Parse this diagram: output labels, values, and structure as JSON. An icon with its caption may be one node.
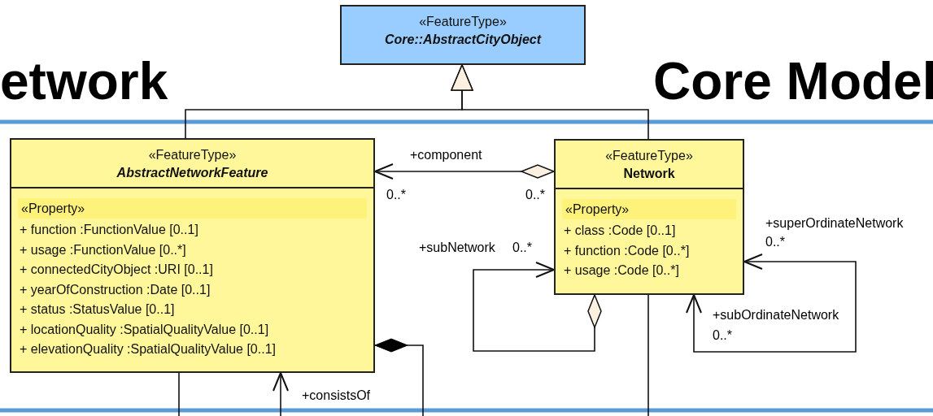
{
  "diagram": {
    "nodes": [
      {
        "text": [
          "«FeatureType»",
          "Core::AbstractCityObject"
        ]
      },
      {
        "text": [
          "«FeatureType»",
          "AbstractNetworkFeature",
          "«Property»",
          "+ function :FunctionValue [0..1]",
          "+ usage :FunctionValue [0..*]",
          "+ connectedCityObject :URI [0..1]",
          "+ yearOfConstruction :Date [0..1]",
          "+ status :StatusValue [0..1]",
          "+ locationQuality :SpatialQualityValue [0..1]",
          "+ elevationQuality :SpatialQualityValue [0..1]"
        ]
      },
      {
        "text": [
          "«FeatureType»",
          "Network",
          "«Property»",
          "+ class :Code [0..1]",
          "+ function :Code [0..*]",
          "+ usage :Code [0..*]"
        ]
      }
    ],
    "edges": [
      {
        "from": 1,
        "to": 0,
        "arrow": "to"
      },
      {
        "from": 2,
        "to": 0,
        "arrow": "to"
      },
      {
        "from": 2,
        "to": 1,
        "arrow": "to",
        "label": "+component"
      },
      {
        "from": 2,
        "to": 2,
        "arrow": "to",
        "label": "+subNetwork"
      },
      {
        "from": 2,
        "to": 2,
        "arrow": "both",
        "label": "+superOrdinateNetwork"
      },
      {
        "from": null,
        "to": 1,
        "arrow": "to",
        "label": "+consistsOf"
      },
      {
        "from": 1,
        "to": null,
        "arrow": "other"
      },
      {
        "from": 1,
        "to": null,
        "arrow": "none"
      },
      {
        "from": 2,
        "to": null,
        "arrow": "none"
      }
    ],
    "labels": [
      "etwork",
      "Core Model",
      "0..*",
      "0..*",
      "0..*",
      "0..*",
      "+subOrdinateNetwork",
      "0..*"
    ]
  }
}
